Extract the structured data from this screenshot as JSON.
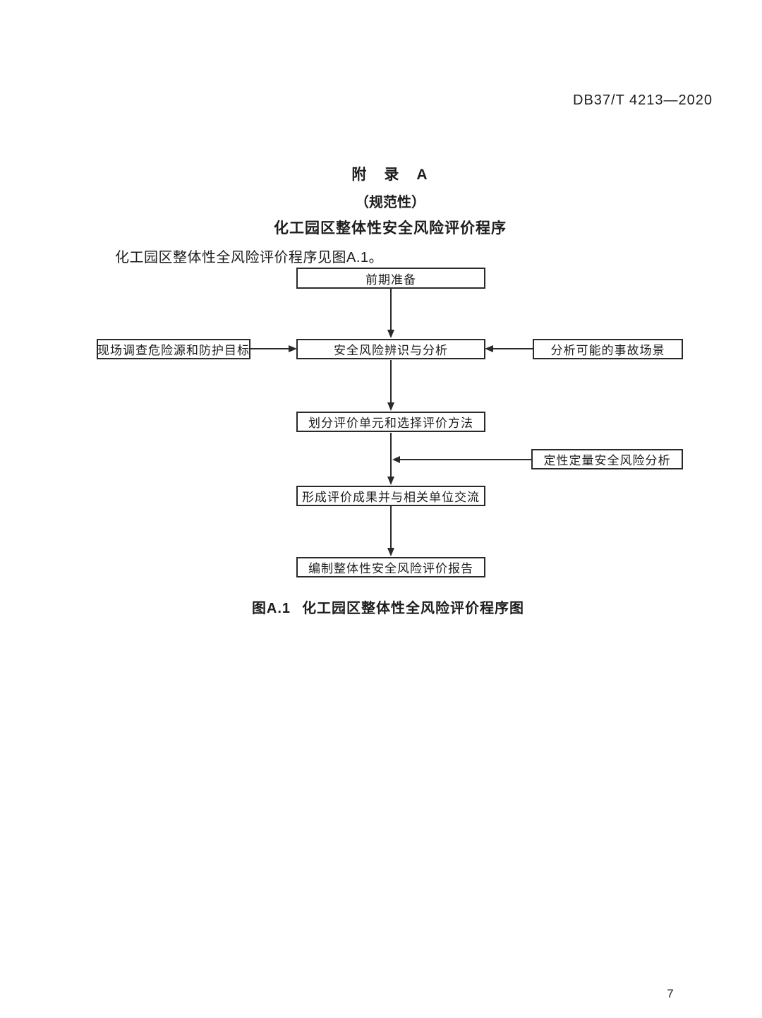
{
  "header": {
    "doc_code": "DB37/T 4213—2020"
  },
  "appendix": {
    "label": "附　录　A",
    "normative_label": "（规范性）",
    "title": "化工园区整体性安全风险评价程序",
    "intro": "化工园区整体性全风险评价程序见图A.1。"
  },
  "flowchart": {
    "nodes": [
      {
        "id": "prep",
        "label": "前期准备"
      },
      {
        "id": "site-survey",
        "label": "现场调查危险源和防护目标"
      },
      {
        "id": "risk-identification",
        "label": "安全风险辨识与分析"
      },
      {
        "id": "accident-scenarios",
        "label": "分析可能的事故场景"
      },
      {
        "id": "unit-division",
        "label": "划分评价单元和选择评价方法"
      },
      {
        "id": "qual-quant-analysis",
        "label": "定性定量安全风险分析"
      },
      {
        "id": "results-exchange",
        "label": "形成评价成果并与相关单位交流"
      },
      {
        "id": "report",
        "label": "编制整体性安全风险评价报告"
      }
    ],
    "caption_label": "图A.1",
    "caption_text": "化工园区整体性全风险评价程序图"
  },
  "footer": {
    "page_number": "7"
  },
  "colors": {
    "ink": "#1d1d1d",
    "paper": "#ffffff"
  }
}
